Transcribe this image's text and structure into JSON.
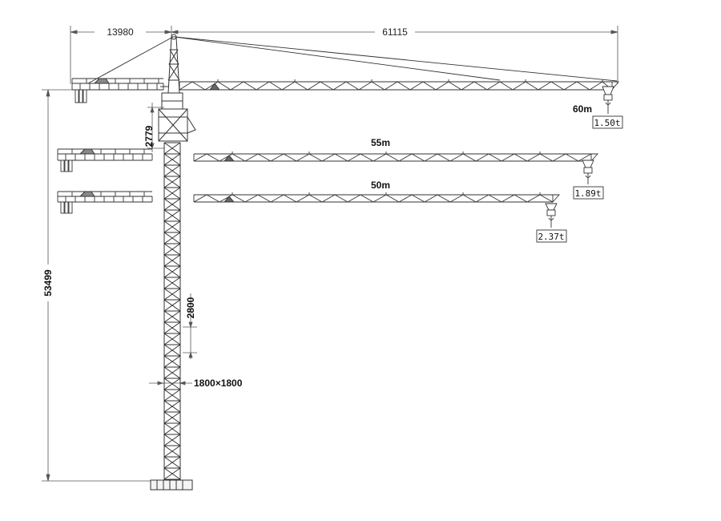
{
  "dimensions": {
    "counter_jib_length": "13980",
    "jib_length": "61115",
    "total_height": "53499",
    "top_height": "2779",
    "section_height": "2800",
    "section_size": "1800×1800"
  },
  "configurations": [
    {
      "radius_label": "60m",
      "tip_load": "1.50t"
    },
    {
      "radius_label": "55m",
      "tip_load": "1.89t"
    },
    {
      "radius_label": "50m",
      "tip_load": "2.37t"
    }
  ],
  "colors": {
    "line": "#333333",
    "dim_line": "#555555"
  }
}
